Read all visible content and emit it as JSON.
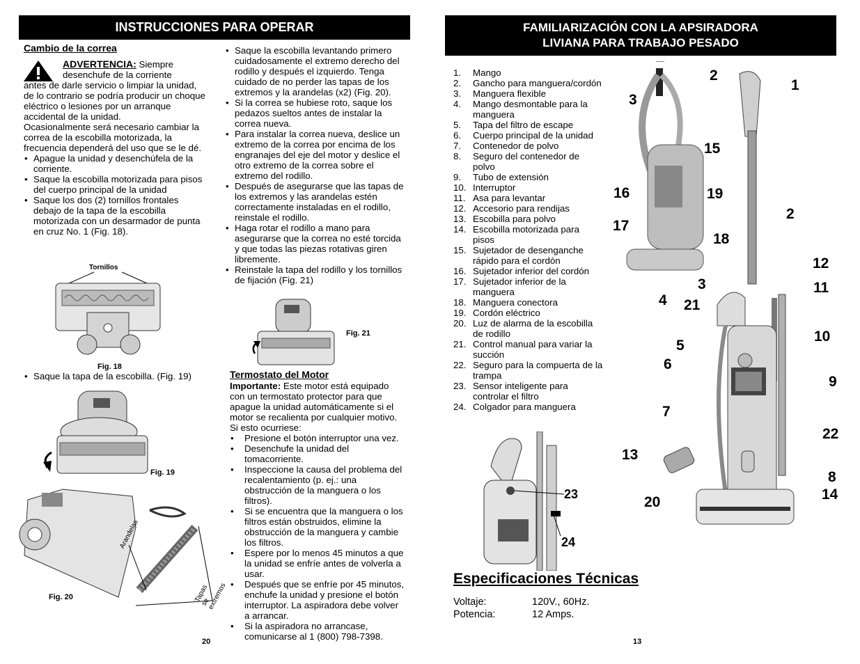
{
  "left": {
    "banner": "INSTRUCCIONES PARA OPERAR",
    "belt_title": "Cambio de la correa",
    "warning_label": "ADVERTENCIA:",
    "warning_first": "Siempre",
    "warning_indent": "desenchufe de la corriente",
    "warning_rest": "antes de darle servicio o limpiar la unidad, de lo contrario se podría producir un choque eléctrico o lesiones por un arranque accidental de la unidad.",
    "belt_intro": "Ocasionalmente será necesario cambiar la correa de la escobilla motorizada, la frecuencia dependerá del uso que se le dé.",
    "steps_a": [
      "Apague la unidad y desenchúfela de la corriente.",
      "Saque la escobilla motorizada para pisos del cuerpo principal de la unidad",
      "Saque los dos (2) tornillos frontales debajo de la tapa de la escobilla motorizada con un desarmador de punta en cruz No. 1 (Fig. 18)."
    ],
    "fig18_screws": "Tornillos",
    "fig18": "Fig. 18",
    "step_b": "Saque la tapa de la escobilla. (Fig. 19)",
    "fig19": "Fig. 19",
    "fig20": "Fig. 20",
    "fig20_washers": "Arandelas",
    "fig20_caps": "Tapas se extremos",
    "steps_c": [
      "Saque la escobilla levantando primero cuidadosamente el extremo derecho del rodillo y después el izquierdo. Tenga cuidado de no perder las tapas de los extremos y la arandelas (x2) (Fig. 20).",
      "Si la correa se hubiese roto, saque los pedazos sueltos antes de instalar la correa nueva.",
      "Para instalar la correa nueva, deslice un extremo de la correa por encima de los engranajes del eje del motor y deslice el otro extremo de la correa sobre el extremo del rodillo.",
      "Después de asegurarse que las tapas de los extremos y las arandelas estén correctamente instaladas en el rodillo, reinstale el rodillo.",
      "Haga rotar el rodillo a mano para asegurarse que la correa no esté torcida y que todas las piezas rotativas giren libremente.",
      "Reinstale la tapa del rodillo y los tornillos de fijación  (Fig. 21)"
    ],
    "fig21": "Fig. 21",
    "thermo_title": "Termostato del Motor",
    "thermo_important": "Importante:",
    "thermo_text": "Este motor está equipado con un termostato protector para que apague la unidad automáticamente si el motor se recalienta por cualquier motivo. Si esto ocurriese:",
    "thermo_steps": [
      "Presione el botón interruptor una vez.",
      "Desenchufe la unidad del tomacorriente.",
      "Inspeccione la causa del problema del recalentamiento (p. ej.: una obstrucción de la manguera o los filtros).",
      "Si se encuentra que la manguera o los filtros están obstruidos, elimine la obstrucción de la manguera y cambie los filtros.",
      "Espere por lo menos 45 minutos a que la unidad se enfríe antes de volverla a usar.",
      "Después que se enfríe por 45 minutos, enchufe la unidad y presione el botón interruptor.  La aspiradora debe volver a arrancar.",
      "Si la aspiradora no arrancase, comunicarse al 1 (800) 798-7398."
    ],
    "page_number": "20"
  },
  "right": {
    "banner_line1": "FAMILIARIZACIÓN CON LA APSIRADORA",
    "banner_line2": "LIVIANA PARA TRABAJO PESADO",
    "parts": [
      {
        "n": "1.",
        "t": "Mango"
      },
      {
        "n": "2.",
        "t": "Gancho para manguera/cordón"
      },
      {
        "n": "3.",
        "t": "Manguera flexible"
      },
      {
        "n": "4.",
        "t": "Mango desmontable para la manguera"
      },
      {
        "n": "5.",
        "t": "Tapa del filtro de escape"
      },
      {
        "n": "6.",
        "t": "Cuerpo principal de la unidad"
      },
      {
        "n": "7.",
        "t": "Contenedor de polvo"
      },
      {
        "n": "8.",
        "t": "Seguro del contenedor de polvo"
      },
      {
        "n": "9.",
        "t": "Tubo de extensión"
      },
      {
        "n": "10.",
        "t": "Interruptor"
      },
      {
        "n": "11.",
        "t": "Asa para levantar"
      },
      {
        "n": "12.",
        "t": "Accesorio para rendijas"
      },
      {
        "n": "13.",
        "t": "Escobilla para polvo"
      },
      {
        "n": "14.",
        "t": "Escobilla motorizada para pisos"
      },
      {
        "n": "15.",
        "t": "Sujetador de desenganche rápido para el cordón"
      },
      {
        "n": "16.",
        "t": "Sujetador inferior del cordón"
      },
      {
        "n": "17.",
        "t": "Sujetador inferior de la manguera"
      },
      {
        "n": "18.",
        "t": "Manguera conectora"
      },
      {
        "n": "19.",
        "t": "Cordón eléctrico"
      },
      {
        "n": "20.",
        "t": "Luz de alarma de la escobilla de rodillo"
      },
      {
        "n": "21.",
        "t": "Control manual para variar la succión"
      },
      {
        "n": "22.",
        "t": "Seguro para la compuerta de la trampa"
      },
      {
        "n": "23.",
        "t": "Sensor inteligente para controlar el filtro"
      },
      {
        "n": "24.",
        "t": "Colgador para manguera"
      }
    ],
    "callouts": [
      "2",
      "1",
      "3",
      "15",
      "16",
      "19",
      "2",
      "17",
      "18",
      "12",
      "3",
      "11",
      "4",
      "21",
      "10",
      "5",
      "6",
      "9",
      "7",
      "22",
      "13",
      "8",
      "20",
      "14"
    ],
    "detail_callouts": [
      "23",
      "24"
    ],
    "spec_title": "Especificaciones Técnicas",
    "spec_voltage_label": "Voltaje:",
    "spec_voltage_value": "120V.,  60Hz.",
    "spec_power_label": "Potencia:",
    "spec_power_value": "12 Amps.",
    "page_number": "13"
  }
}
